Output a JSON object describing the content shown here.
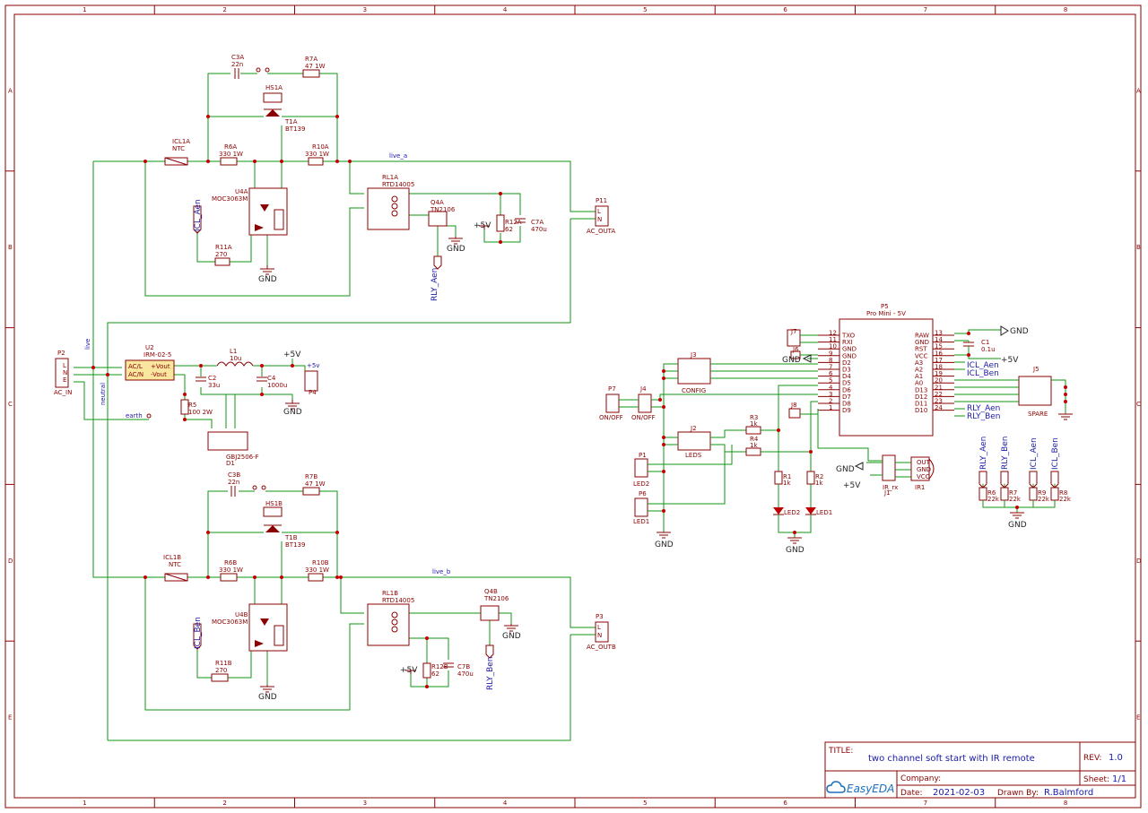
{
  "title_block": {
    "title_label": "TITLE:",
    "title": "two channel soft start with IR remote",
    "rev_label": "REV:",
    "rev": "1.0",
    "company_label": "Company:",
    "sheet_label": "Sheet:",
    "sheet": "1/1",
    "date_label": "Date:",
    "date": "2021-02-03",
    "drawn_label": "Drawn By:",
    "drawn_by": "R.Balmford",
    "logo_text": "EasyEDA"
  },
  "border": {
    "cols": [
      "1",
      "2",
      "3",
      "4",
      "5",
      "6",
      "7",
      "8"
    ],
    "rows": [
      "A",
      "B",
      "C",
      "D",
      "E"
    ]
  },
  "nets": {
    "live_a": "live_a",
    "live_b": "live_b",
    "live": "live",
    "neutral": "neutral",
    "earth": "earth",
    "icl_aen": "ICL_Aen",
    "icl_ben": "ICL_Ben",
    "rly_aen": "RLY_Aen",
    "rly_ben": "RLY_Ben",
    "gnd": "GND",
    "p5v": "+5V",
    "p5v_small": "+5v"
  },
  "components": {
    "c3a": [
      "C3A",
      "22n"
    ],
    "r7a": [
      "R7A",
      "47 1W"
    ],
    "hs1a": [
      "HS1A",
      ""
    ],
    "t1a": [
      "T1A",
      "BT139"
    ],
    "icl1a": [
      "ICL1A",
      "NTC"
    ],
    "r6a": [
      "R6A",
      "330 1W"
    ],
    "r10a": [
      "R10A",
      "330 1W"
    ],
    "u4a": [
      "U4A",
      "MOC3063M"
    ],
    "r11a": [
      "R11A",
      "270"
    ],
    "rl1a": [
      "RL1A",
      "RTD14005"
    ],
    "q4a": [
      "Q4A",
      "TN2106"
    ],
    "r12a": [
      "R12A",
      "62"
    ],
    "c7a": [
      "C7A",
      "470u"
    ],
    "p11": [
      "P11",
      "AC_OUTA"
    ],
    "p2": [
      "P2",
      "AC_IN"
    ],
    "u2": [
      "U2",
      "IRM-02-5"
    ],
    "l1": [
      "L1",
      "10u"
    ],
    "c2": [
      "C2",
      "33u"
    ],
    "c4": [
      "C4",
      "1000u"
    ],
    "r5": [
      "R5",
      "100 2W"
    ],
    "p4": [
      "P4",
      ""
    ],
    "d1": [
      "D1",
      "GBJ2506-F"
    ],
    "c3b": [
      "C3B",
      "22n"
    ],
    "r7b": [
      "R7B",
      "47 1W"
    ],
    "hs1b": [
      "HS1B",
      ""
    ],
    "t1b": [
      "T1B",
      "BT139"
    ],
    "icl1b": [
      "ICL1B",
      "NTC"
    ],
    "r6b": [
      "R6B",
      "330 1W"
    ],
    "r10b": [
      "R10B",
      "330 1W"
    ],
    "u4b": [
      "U4B",
      "MOC3063M"
    ],
    "r11b": [
      "R11B",
      "270"
    ],
    "rl1b": [
      "RL1B",
      "RTD14005"
    ],
    "q4b": [
      "Q4B",
      "TN2106"
    ],
    "r12b": [
      "R12B",
      "62"
    ],
    "c7b": [
      "C7B",
      "470u"
    ],
    "p3": [
      "P3",
      "AC_OUTB"
    ],
    "p5": [
      "P5",
      "Pro Mini - 5V"
    ],
    "c1": [
      "C1",
      "0.1u"
    ],
    "j7": [
      "J7",
      ""
    ],
    "j6": [
      "J6",
      ""
    ],
    "j3": [
      "J3",
      "CONFIG"
    ],
    "j5": [
      "J5",
      "SPARE"
    ],
    "p7": [
      "P7",
      "ON/OFF"
    ],
    "j4": [
      "J4",
      "ON/OFF"
    ],
    "j2": [
      "J2",
      "LEDS"
    ],
    "r3": [
      "R3",
      "1k"
    ],
    "r4": [
      "R4",
      "1k"
    ],
    "j8": [
      "J8",
      ""
    ],
    "p1": [
      "P1",
      "LED2"
    ],
    "p6": [
      "P6",
      "LED1"
    ],
    "r1": [
      "R1",
      "1k"
    ],
    "r2": [
      "R2",
      "1k"
    ],
    "led2": [
      "LED2",
      ""
    ],
    "led1": [
      "LED1",
      ""
    ],
    "j1": [
      "J1",
      "IR_rx"
    ],
    "ir1": [
      "IR1",
      ""
    ],
    "r6": [
      "R6",
      "22k"
    ],
    "r7": [
      "R7",
      "22k"
    ],
    "r9": [
      "R9",
      "22k"
    ],
    "r8": [
      "R8",
      "22k"
    ]
  },
  "pins": {
    "u2": [
      "AC/L",
      "+Vout",
      "AC/N",
      "-Vout"
    ],
    "p2": [
      "L",
      "N",
      "E"
    ],
    "p11": [
      "L",
      "N"
    ],
    "p3": [
      "L",
      "N"
    ],
    "p5_left": [
      "TXO",
      "RXI",
      "GND",
      "GND",
      "D2",
      "D3",
      "D4",
      "D5",
      "D6",
      "D7",
      "D8",
      "D9"
    ],
    "p5_left_num": [
      "12",
      "11",
      "10",
      "9",
      "8",
      "7",
      "6",
      "5",
      "4",
      "3",
      "2",
      "1"
    ],
    "p5_right": [
      "RAW",
      "GND",
      "RST",
      "VCC",
      "A3",
      "A2",
      "A1",
      "A0",
      "D13",
      "D12",
      "D11",
      "D10"
    ],
    "p5_right_num": [
      "13",
      "14",
      "15",
      "16",
      "17",
      "18",
      "19",
      "20",
      "21",
      "22",
      "23",
      "24"
    ],
    "ir1": [
      "OUT",
      "GND",
      "VCC"
    ]
  }
}
